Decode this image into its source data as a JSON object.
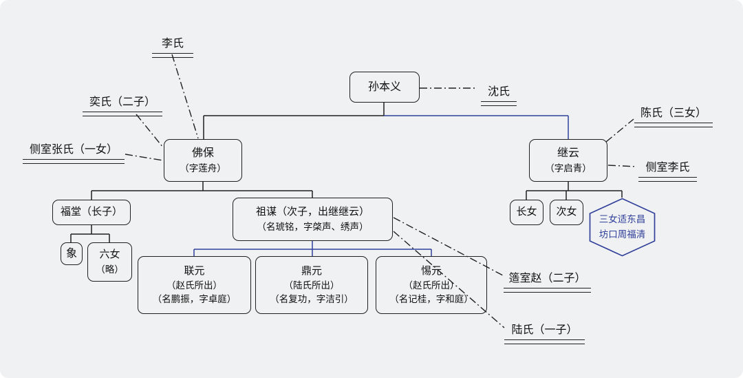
{
  "colors": {
    "accent": "#31409b",
    "line": "#1f1f1f",
    "canvas_bg": "#f0f1f2"
  },
  "nodes": {
    "sun_benyi": {
      "lines": [
        "孙本义"
      ]
    },
    "fobao": {
      "lines": [
        "佛保",
        "（字莲舟）"
      ]
    },
    "jiyun": {
      "lines": [
        "继云",
        "（字启青）"
      ]
    },
    "futang": {
      "lines": [
        "福堂（长子）"
      ]
    },
    "xiang": {
      "lines": [
        "象"
      ]
    },
    "liunv": {
      "lines": [
        "六女",
        "（略）"
      ]
    },
    "zumou": {
      "lines": [
        "祖谋（次子，出继继云）",
        "（名琥铭，字棨声、绣声）"
      ]
    },
    "lianyuan": {
      "lines": [
        "联元",
        "（赵氏所出）",
        "（名鹏振，字卓庭）"
      ]
    },
    "dingyuan": {
      "lines": [
        "鼎元",
        "（陆氏所出）",
        "（名复功，字洁引）"
      ]
    },
    "tiyuan": {
      "lines": [
        "惕元",
        "（赵氏所出）",
        "（名记桂，字和庭）"
      ]
    },
    "changnv": {
      "lines": [
        "长女"
      ]
    },
    "cinv": {
      "lines": [
        "次女"
      ]
    },
    "sannv": {
      "lines": [
        "三女适东昌",
        "坊口周福清"
      ]
    }
  },
  "spouses": {
    "li_shi": {
      "label": "李氏"
    },
    "yi_shi": {
      "label": "奕氏（二子）"
    },
    "ceshi_zhang": {
      "label": "侧室张氏（一女）"
    },
    "shen_shi": {
      "label": "沈氏"
    },
    "chen_shi": {
      "label": "陈氏（三女）"
    },
    "ceshi_li": {
      "label": "侧室李氏"
    },
    "zaoshi_zhao": {
      "label": "簉室赵（二子）"
    },
    "lu_shi": {
      "label": "陆氏（一子）"
    }
  }
}
